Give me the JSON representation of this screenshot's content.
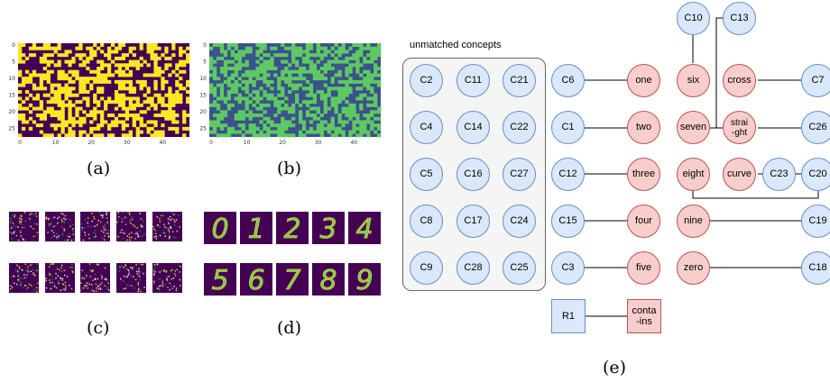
{
  "panel_a": {
    "label": "(a)",
    "x_ticks": [
      "0",
      "10",
      "20",
      "30",
      "40"
    ],
    "y_ticks": [
      "0",
      "5",
      "10",
      "15",
      "20",
      "25"
    ],
    "colors": {
      "low": "#440154",
      "high": "#fde725"
    }
  },
  "panel_b": {
    "label": "(b)",
    "x_ticks": [
      "0",
      "10",
      "20",
      "30",
      "40"
    ],
    "y_ticks": [
      "0",
      "5",
      "10",
      "15",
      "20",
      "25"
    ],
    "colors": {
      "low": "#3b528b",
      "high": "#5ec962"
    }
  },
  "panel_c": {
    "label": "(c)",
    "colors": {
      "bg": "#440154",
      "accent1": "#21918c",
      "accent2": "#fde725"
    }
  },
  "panel_d": {
    "label": "(d)",
    "digits": [
      "0",
      "1",
      "2",
      "3",
      "4",
      "5",
      "6",
      "7",
      "8",
      "9"
    ],
    "colors": {
      "bg": "#440154",
      "stroke": "#6ece58",
      "glow": "#fde725"
    }
  },
  "panel_e": {
    "label": "(e)",
    "group_title": "unmatched concepts",
    "unmatched": [
      "C2",
      "C11",
      "C21",
      "C4",
      "C14",
      "C22",
      "C5",
      "C16",
      "C27",
      "C8",
      "C17",
      "C24",
      "C9",
      "C28",
      "C25"
    ],
    "pairs": [
      {
        "c": "C6",
        "n": "one"
      },
      {
        "c": "C1",
        "n": "two"
      },
      {
        "c": "C12",
        "n": "three"
      },
      {
        "c": "C15",
        "n": "four"
      },
      {
        "c": "C3",
        "n": "five"
      }
    ],
    "r1": "R1",
    "contains": "conta\n-ins",
    "top_nodes": [
      "C10",
      "C13"
    ],
    "right_nodes": {
      "six": "six",
      "cross": "cross",
      "c7": "C7",
      "seven": "seven",
      "straight": "strai\n-ght",
      "c26": "C26",
      "eight": "eight",
      "curve": "curve",
      "c23": "C23",
      "c20": "C20",
      "nine": "nine",
      "c19": "C19",
      "zero": "zero",
      "c18": "C18"
    }
  }
}
